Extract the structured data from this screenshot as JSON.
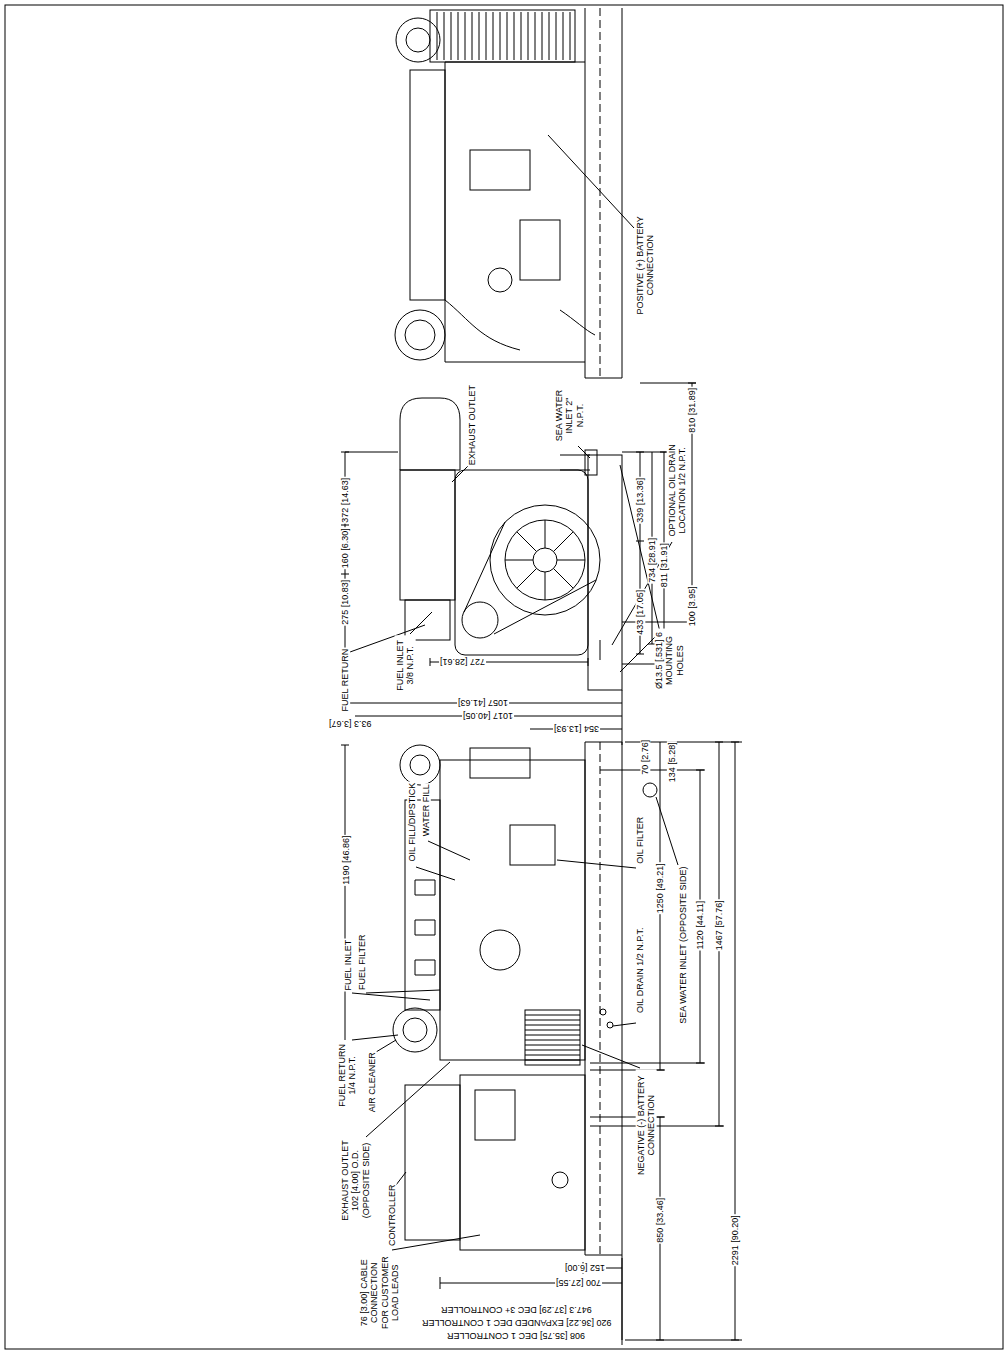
{
  "diagram": {
    "labels": [
      "POSITIVE (+) BATTERY CONNECTION",
      "810 [31.89]",
      "100 [3.95]",
      "SEA WATER INLET 2\" N.P.T.",
      "EXHAUST OUTLET",
      "372 [14.63]",
      "160 [6.30]",
      "275 [10.83]",
      "339 [13.36]",
      "734 [28.91]",
      "811 [31.91]",
      "OPTIONAL OIL DRAIN LOCATION 1/2 N.P.T.",
      "433 [17.05]",
      "727 [28.61]",
      "Ø13.5 [.531] 6 MOUNTING HOLES",
      "FUEL RETURN",
      "FUEL INLET 3/8 N.P.T.",
      "93.3 [3.67]",
      "1057 [41.63]",
      "1017 [40.05]",
      "354 [13.93]",
      "70 [2.76]",
      "134 [5.28]",
      "OIL FILL/DIPSTICK",
      "WATER FILL",
      "1190 [46.86]",
      "FUEL INLET",
      "FUEL FILTER",
      "OIL FILTER",
      "OIL DRAIN 1/2 N.P.T.",
      "1250 [49.21]",
      "SEA WATER INLET (OPPOSITE SIDE)",
      "1120 [44.11]",
      "1467 [57.76]",
      "2291 [90.20]",
      "FUEL RETURN 1/4 N.P.T.",
      "AIR CLEANER",
      "EXHAUST OUTLET 102 [4.00] O.D. (OPPOSITE SIDE)",
      "CONTROLLER",
      "NEGATIVE (-) BATTERY CONNECTION",
      "850 [33.46]",
      "76 [3.00] CABLE CONNECTION FOR CUSTOMER LOAD LEADS",
      "152 [6.00]",
      "700 [27.55]",
      "908 [35.75] DEC 1 CONTROLLER",
      "920 [36.22] EXPANDED DEC 1 CONTROLLER",
      "947.3 [37.29] DEC 3+ CONTROLLER"
    ]
  }
}
